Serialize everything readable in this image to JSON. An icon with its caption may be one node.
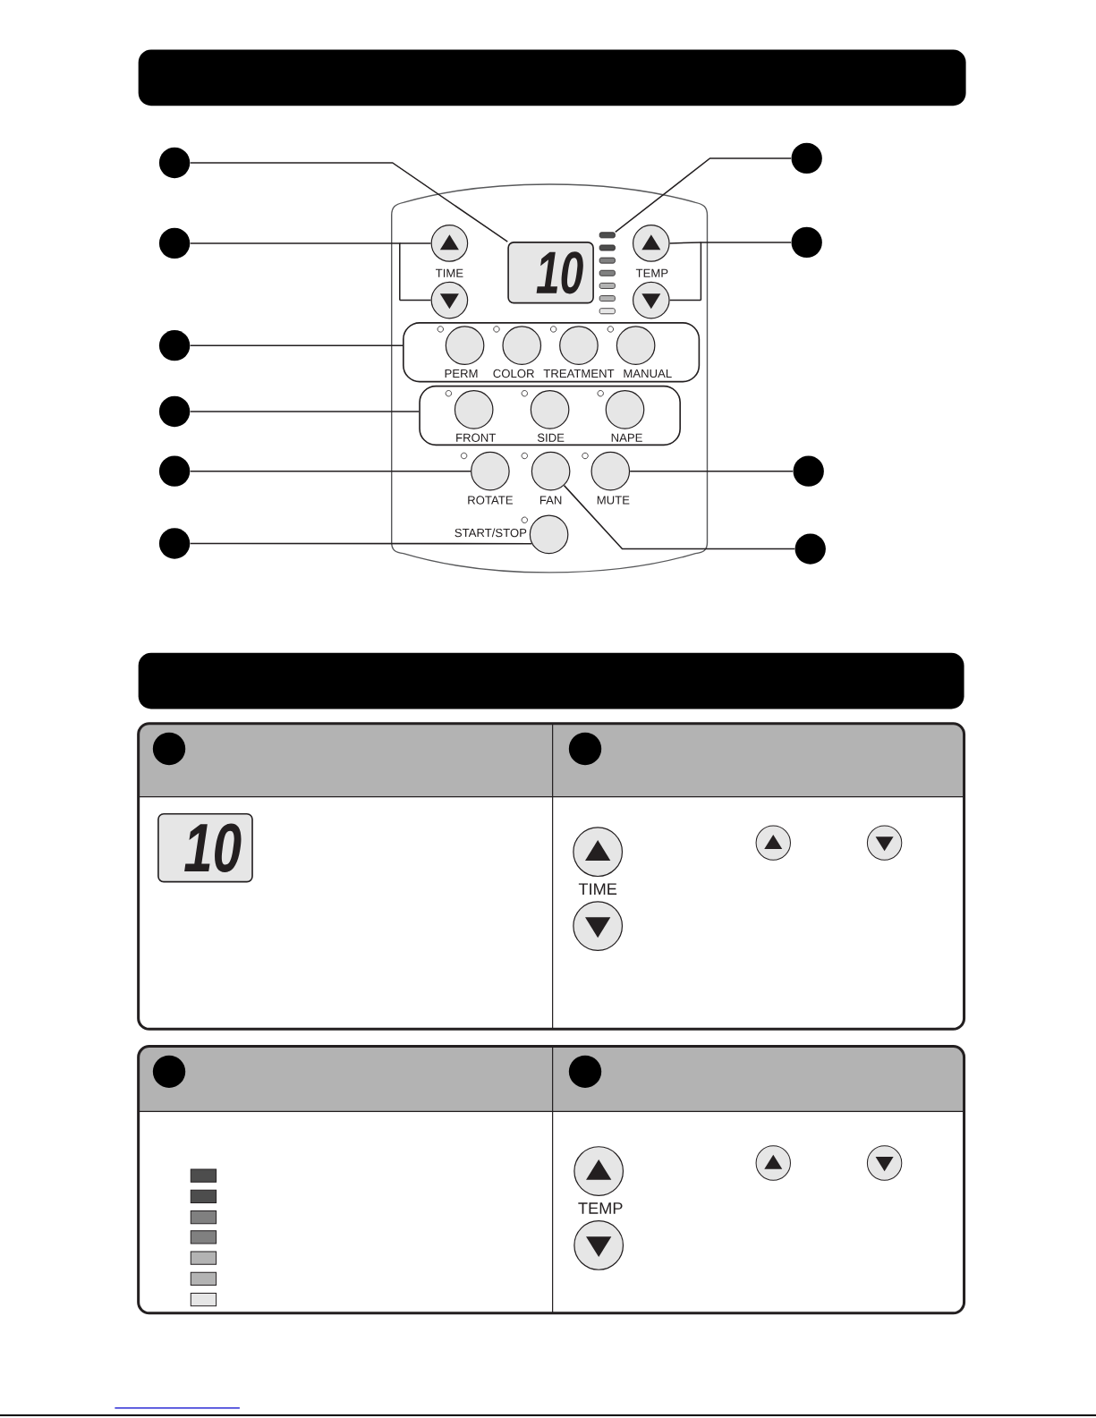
{
  "diagram": {
    "nodes": [
      {
        "text": [],
        "shape": "bar"
      },
      {
        "text": [],
        "shape": "circle"
      },
      {
        "text": [],
        "shape": "circle"
      },
      {
        "text": [],
        "shape": "circle"
      },
      {
        "text": [],
        "shape": "circle"
      },
      {
        "text": [],
        "shape": "circle"
      },
      {
        "text": [],
        "shape": "circle"
      },
      {
        "text": [],
        "shape": "circle"
      },
      {
        "text": [],
        "shape": "circle"
      },
      {
        "text": [],
        "shape": "circle"
      },
      {
        "text": [],
        "shape": "circle"
      },
      {
        "text": [],
        "shape": "box"
      },
      {
        "text": [
          "10"
        ],
        "in": 11
      },
      {
        "text": [],
        "shape": "bar",
        "in": 11
      },
      {
        "text": [],
        "shape": "circle",
        "in": 11
      },
      {
        "text": [],
        "shape": "circle",
        "in": 11
      },
      {
        "text": [],
        "shape": "circle",
        "in": 11
      },
      {
        "text": [],
        "shape": "circle",
        "in": 11
      },
      {
        "text": [],
        "shape": "box",
        "in": 11
      },
      {
        "text": [
          "PERM"
        ],
        "in": 18
      },
      {
        "text": [
          "COLOR"
        ],
        "in": 18
      },
      {
        "text": [
          "TREATMENT"
        ],
        "in": 18
      },
      {
        "text": [
          "MANUAL"
        ],
        "in": 18
      },
      {
        "text": [],
        "shape": "box",
        "in": 11
      },
      {
        "text": [
          "FRONT"
        ],
        "in": 23
      },
      {
        "text": [
          "SIDE"
        ],
        "in": 23
      },
      {
        "text": [
          "NAPE"
        ],
        "in": 23
      },
      {
        "text": [
          "ROTATE"
        ],
        "in": 11
      },
      {
        "text": [
          "FAN"
        ],
        "in": 11
      },
      {
        "text": [
          "MUTE"
        ],
        "in": 11
      },
      {
        "text": [
          "START/STOP"
        ],
        "in": 11
      },
      {
        "text": [],
        "shape": "bar"
      },
      {
        "text": [],
        "shape": "box"
      },
      {
        "text": [],
        "shape": "circle",
        "in": 32
      },
      {
        "text": [],
        "shape": "circle",
        "in": 32
      },
      {
        "text": [
          "10"
        ],
        "in": 32
      },
      {
        "text": [],
        "shape": "circle",
        "in": 32
      },
      {
        "text": [],
        "shape": "circle",
        "in": 32
      },
      {
        "text": [],
        "shape": "box"
      },
      {
        "text": [],
        "shape": "circle",
        "in": 38
      },
      {
        "text": [],
        "shape": "circle",
        "in": 38
      },
      {
        "text": [],
        "shape": "circle",
        "in": 38
      },
      {
        "text": [],
        "shape": "circle",
        "in": 38
      }
    ],
    "edges": [
      {
        "from": 1,
        "to": 12,
        "arrow": "none"
      },
      {
        "from": 2,
        "to": 14,
        "arrow": "none"
      },
      {
        "from": 2,
        "to": 15,
        "arrow": "none"
      },
      {
        "from": 3,
        "to": 18,
        "arrow": "none"
      },
      {
        "from": 4,
        "to": 23,
        "arrow": "none"
      },
      {
        "from": 5,
        "to": 27,
        "arrow": "none"
      },
      {
        "from": 6,
        "to": 30,
        "arrow": "none"
      },
      {
        "from": 7,
        "to": 13,
        "arrow": "none"
      },
      {
        "from": 8,
        "to": 16,
        "arrow": "none"
      },
      {
        "from": 8,
        "to": 17,
        "arrow": "none"
      },
      {
        "from": 9,
        "to": 29,
        "arrow": "none"
      },
      {
        "from": 10,
        "to": 28,
        "arrow": "none"
      }
    ],
    "labels": [
      "TIME",
      "TEMP",
      "TIME",
      "TEMP"
    ]
  }
}
